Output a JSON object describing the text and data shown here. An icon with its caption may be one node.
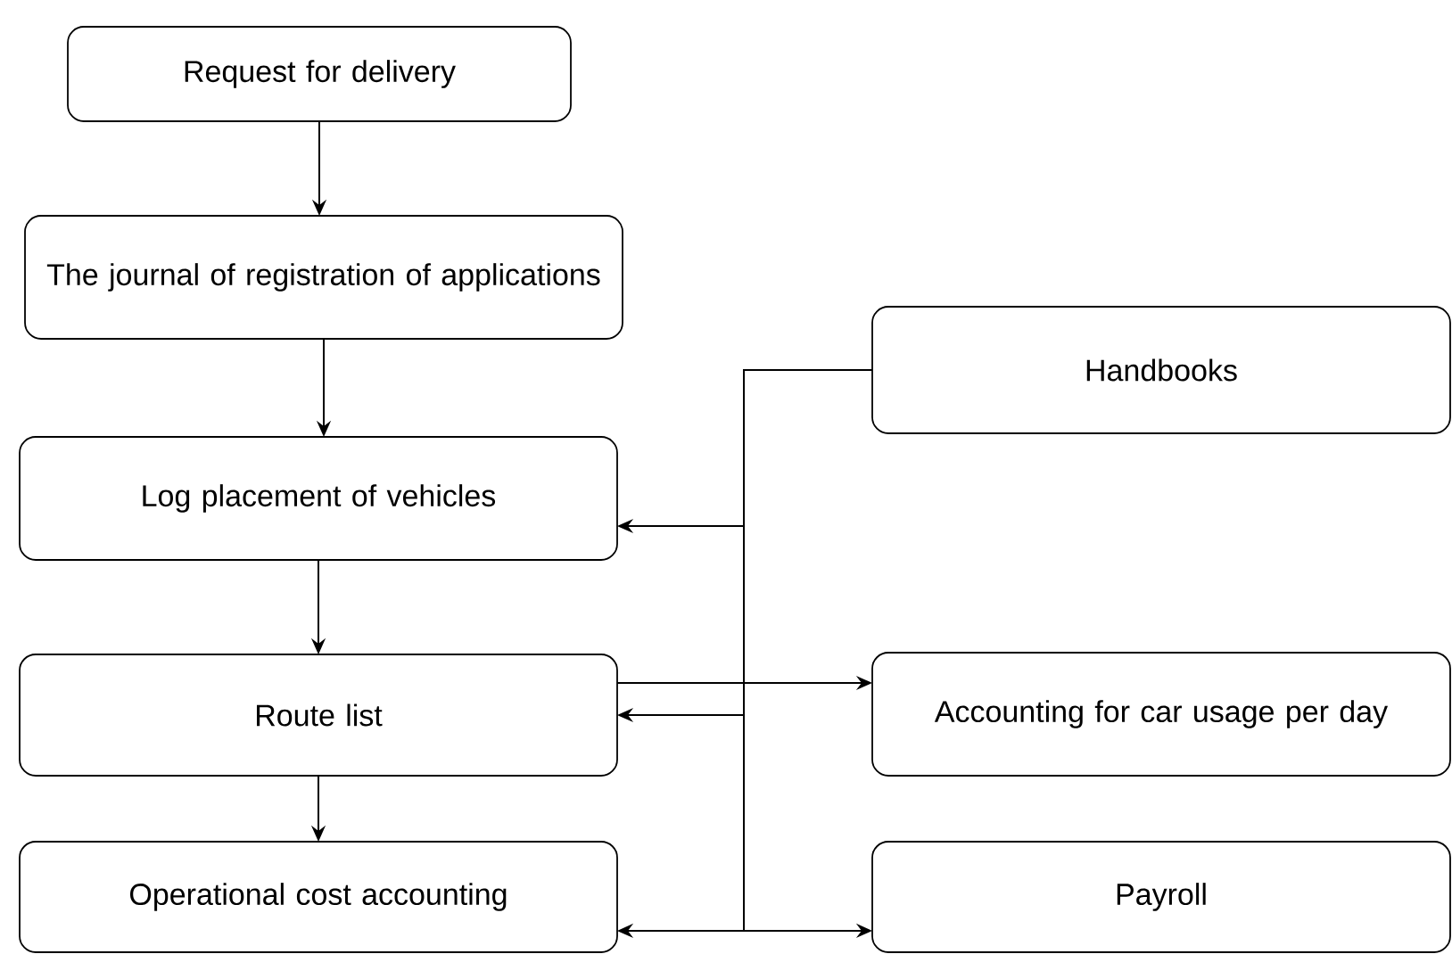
{
  "diagram": {
    "nodes": [
      {
        "text": [
          "Request for delivery"
        ]
      },
      {
        "text": [
          "The journal of registration of applications"
        ]
      },
      {
        "text": [
          "Log placement of vehicles"
        ]
      },
      {
        "text": [
          "Route list"
        ]
      },
      {
        "text": [
          "Operational cost accounting"
        ]
      },
      {
        "text": [
          "Handbooks"
        ]
      },
      {
        "text": [
          "Accounting for car usage per day"
        ]
      },
      {
        "text": [
          "Payroll"
        ]
      }
    ],
    "edges": [
      {
        "from": 0,
        "to": 1,
        "arrow": "to"
      },
      {
        "from": 1,
        "to": 2,
        "arrow": "to"
      },
      {
        "from": 2,
        "to": 3,
        "arrow": "to"
      },
      {
        "from": 3,
        "to": 4,
        "arrow": "to"
      },
      {
        "from": 5,
        "to": 2,
        "arrow": "to"
      },
      {
        "from": 5,
        "to": 3,
        "arrow": "to"
      },
      {
        "from": 5,
        "to": 4,
        "arrow": "to"
      },
      {
        "from": 5,
        "to": 7,
        "arrow": "to"
      },
      {
        "from": 3,
        "to": 6,
        "arrow": "to"
      }
    ]
  }
}
